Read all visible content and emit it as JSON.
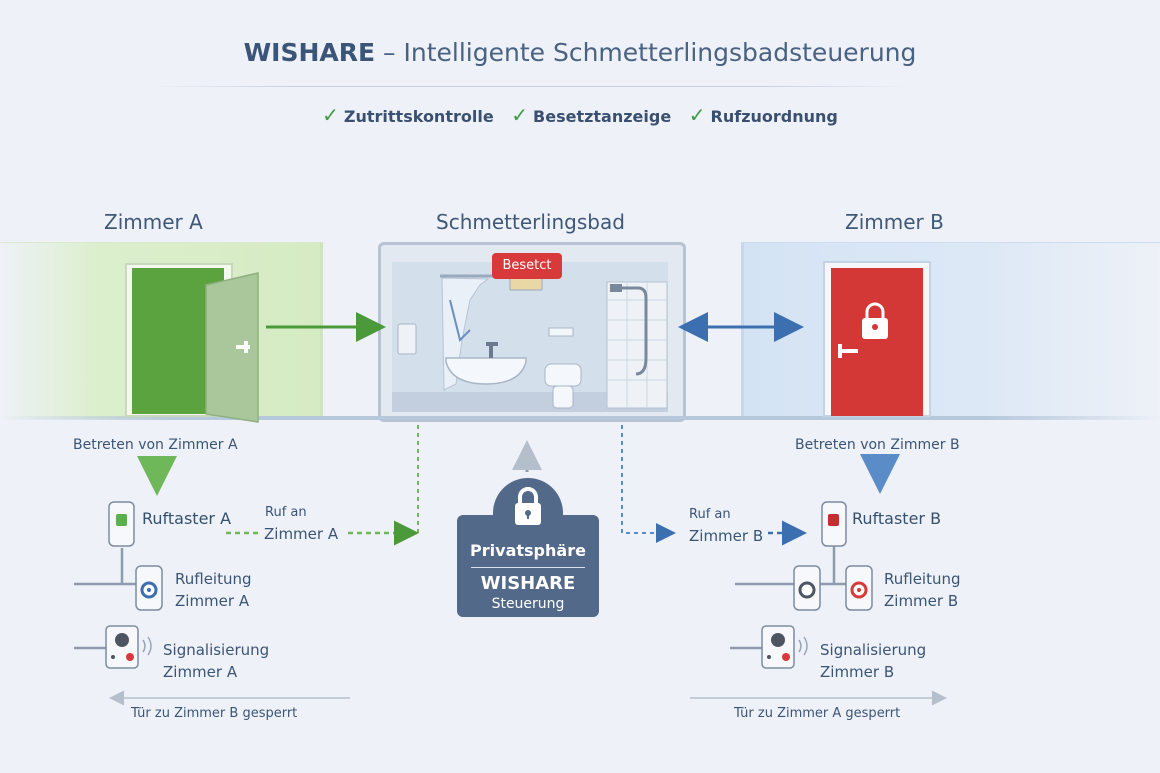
{
  "title": {
    "bold": "WISHARE",
    "dash": "–",
    "rest": "Intelligente Schmetterlingsbadsteuerung"
  },
  "features": [
    {
      "icon": "check-icon",
      "label": "Zutrittskontrolle"
    },
    {
      "icon": "check-icon",
      "label": "Besetztanzeige"
    },
    {
      "icon": "check-icon",
      "label": "Rufzuordnung"
    }
  ],
  "rooms": {
    "a": {
      "label": "Zimmer A",
      "enter": "Betreten von Zimmer A",
      "blocked": "Tür zu Zimmer B gesperrt"
    },
    "bath": {
      "label": "Schmetterlingsbad",
      "status": "Besetct"
    },
    "b": {
      "label": "Zimmer B",
      "enter": "Betreten von Zimmer B",
      "blocked": "Tür zu Zimmer A gesperrt"
    }
  },
  "devices_a": {
    "call_button": "Ruftaster A",
    "call_to_1": "Ruf an",
    "call_to_2": "Zimmer A",
    "line_1": "Rufleitung",
    "line_2": "Zimmer A",
    "signal_1": "Signalisierung",
    "signal_2": "Zimmer A"
  },
  "devices_b": {
    "call_button": "Ruftaster B",
    "call_to_1": "Ruf an",
    "call_to_2": "Zimmer B",
    "line_1": "Rufleitung",
    "line_2": "Zimmer B",
    "signal_1": "Signalisierung",
    "signal_2": "Zimmer B"
  },
  "control": {
    "privacy": "Privatsphäre",
    "name": "WISHARE",
    "sub": "Steuerung"
  },
  "colors": {
    "green": "#5aa84a",
    "red": "#d8393a",
    "blue": "#4a7fc0",
    "navy": "#53698a"
  }
}
